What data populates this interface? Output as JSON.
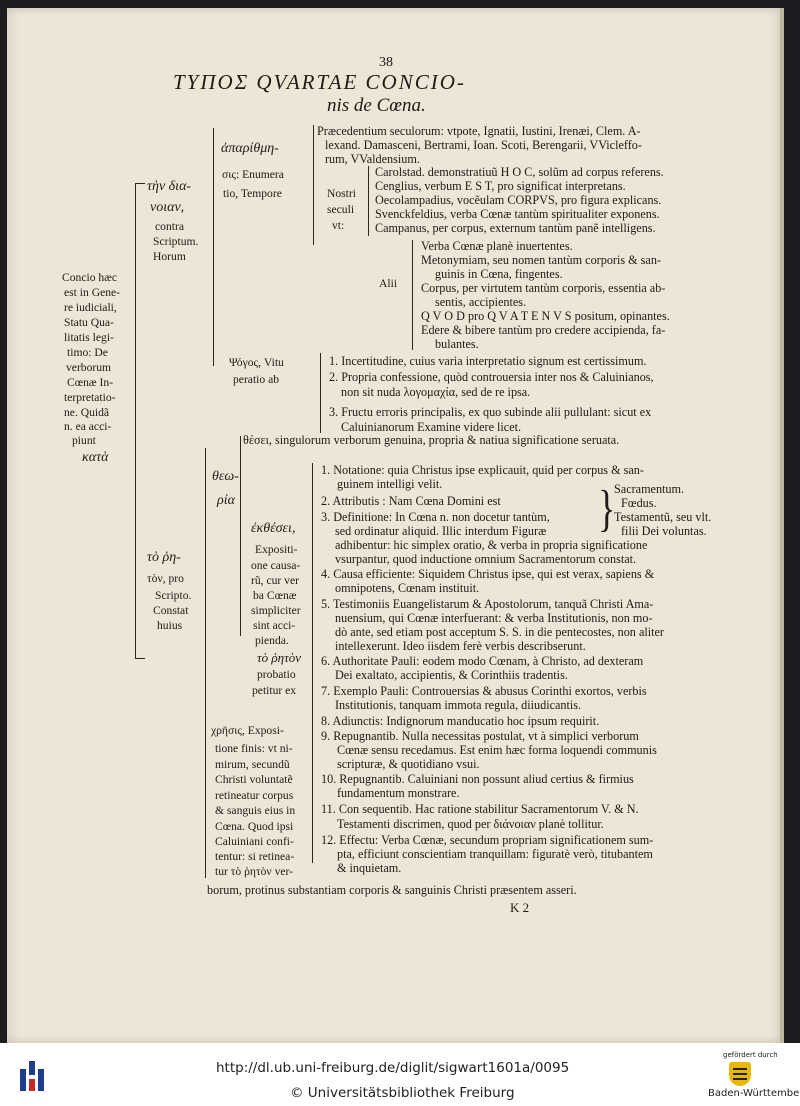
{
  "page": {
    "number": "38",
    "title_line1": "TYΠΟΣ QVARTAE CONCIO-",
    "title_line2": "nis de Cœna.",
    "signature": "K 2"
  },
  "root": [
    "Concio hæc",
    "est in Gene-",
    "re iudiciali,",
    "Statu Qua-",
    "litatis legi-",
    "timo: De",
    "verborum",
    "Cœnæ In-",
    "terpretatio-",
    "ne. Quidã",
    "n. ea acci-",
    "piunt",
    "κατὰ"
  ],
  "b1": [
    "τὴν δια-",
    "νοιαν,",
    "contra",
    "Scriptum.",
    "Horum"
  ],
  "enum": [
    "ἀπαρίθμη-",
    "σις: Enumera",
    "tio, Tempore"
  ],
  "prec": [
    "Præcedentium seculorum: vtpote, Ignatii, Iustini, Irenæi, Clem. A-",
    "lexand. Damasceni, Bertrami, Ioan. Scoti, Berengarii, VVicleffo-",
    "rum, VValdensium."
  ],
  "nostri": [
    "Nostri",
    "seculi",
    "vt:"
  ],
  "nostri_items": [
    "Carolstad. demonstratiuũ H O C, solũm ad corpus referens.",
    "Cenglius, verbum E S T, pro significat interpretans.",
    "Oecolampadius, vocẽulam CORPVS, pro figura explicans.",
    "Svenckfeldius, verba Cœnæ tantùm spiritualiter exponens.",
    "Campanus, per corpus, externum tantùm panẽ intelligens."
  ],
  "alii": "Alii",
  "alii_items": [
    "Verba Cœnæ planè inuertentes.",
    "Metonymiam, seu nomen tantùm corporis & san-",
    "guinis in Cœna, fingentes.",
    "Corpus, per virtutem tantùm corporis, essentia ab-",
    "sentis, accipientes.",
    "Q V O D pro Q V A T E N V S positum, opinantes.",
    "Edere & bibere tantùm pro credere accipienda, fa-",
    "bulantes."
  ],
  "psogos": [
    "Ψόγος, Vitu",
    "peratio ab"
  ],
  "psogos_items": [
    "1. Incertitudine, cuius varia interpretatio signum est certissimum.",
    "2. Propria confessione, quòd controuersia inter nos & Caluinianos,",
    "non sit nuda λογομαχία, sed de re ipsa.",
    "3. Fructu erroris principalis, ex quo subinde alii pullulant: sicut ex",
    "Caluinianorum Examine videre licet."
  ],
  "b2": [
    "τὸ ῥη-",
    "τὸν, pro",
    "Scripto.",
    "Constat",
    "huius"
  ],
  "thesei": "θέσει, singulorum verborum genuina, propria & natiua significatione seruata.",
  "theoria": [
    "θεω-",
    "ρία"
  ],
  "ekthesei": [
    "ἐκθέσει,",
    "Expositi-",
    "one causa-",
    "rũ, cur ver",
    "ba Cœnæ",
    "simpliciter",
    "sint acci-",
    "pienda.",
    "τὸ ῥητὸν",
    "probatio",
    "petitur ex"
  ],
  "causes": [
    "1. Notatione: quia Christus ipse explicauit, quid per corpus & san-",
    "guinem intelligi velit.",
    "2. Attributis : Nam Cœna Domini est",
    "3. Definitione: In Cœna n. non docetur tantùm,",
    "sed ordinatur aliquid. Illic interdum Figuræ",
    "adhibentur: hic simplex oratio, & verba in propria significatione",
    "vsurpantur, quod inductione omnium Sacramentorum constat.",
    "4. Causa efficiente: Siquidem Christus ipse, qui est verax, sapiens &",
    "omnipotens, Cœnam instituit.",
    "5. Testimoniis Euangelistarum & Apostolorum, tanquã Christi Ama-",
    "nuensium, qui Cœnæ interfuerant: & verba Institutionis, non mo-",
    "dò ante, sed etiam post acceptum S. S. in die pentecostes, non aliter",
    "intellexerunt. Ideo iisdem ferè verbis describserunt.",
    "6. Authoritate Pauli: eodem modo Cœnam, à Christo, ad dexteram",
    "Dei exaltato, accipientis, & Corinthiis tradentis.",
    "7. Exemplo Pauli: Controuersias & abusus Corinthi exortos, verbis",
    "Institutionis, tanquam immota regula, diiudicantis.",
    "8. Adiunctis: Indignorum manducatio hoc ipsum requirit.",
    "9. Repugnantib. Nulla necessitas postulat, vt à simplici verborum",
    "Cœnæ sensu recedamus. Est enim hæc forma loquendi communis",
    "scripturæ, & quotidiano vsui.",
    "10. Repugnantib. Caluiniani non possunt aliud certius & firmius",
    "fundamentum monstrare.",
    "11. Con sequentib. Hac ratione stabilitur Sacramentorum V. & N.",
    "Testamenti discrimen, quod per διάνοιαν planè tollitur.",
    "12. Effectu: Verba Cœnæ, secundum propriam significationem sum-",
    "pta, efficiunt conscientiam tranquillam: figuratè verò, titubantem",
    "& inquietam."
  ],
  "attributes": [
    "Sacramentum.",
    "Fœdus.",
    "Testamentũ, seu vlt.",
    "filii Dei voluntas."
  ],
  "chresis": [
    "χρῆσις, Exposi-",
    "tione finis: vt ni-",
    "mirum, secundũ",
    "Christi voluntatẽ",
    "retineatur corpus",
    "& sanguis eius in",
    "Cœna. Quod ipsi",
    "Caluiniani confi-",
    "tentur: si retinea-",
    "tur τὸ ῥητὸν ver-"
  ],
  "chresis_last": "borum, protinus substantiam corporis & sanguinis Christi præsentem asseri.",
  "footer": {
    "url": "http://dl.ub.uni-freiburg.de/diglit/sigwart1601a/0095",
    "copyright": "© Universitätsbibliothek Freiburg",
    "funded_by": "gefördert durch",
    "state": "Baden-Württemberg"
  }
}
